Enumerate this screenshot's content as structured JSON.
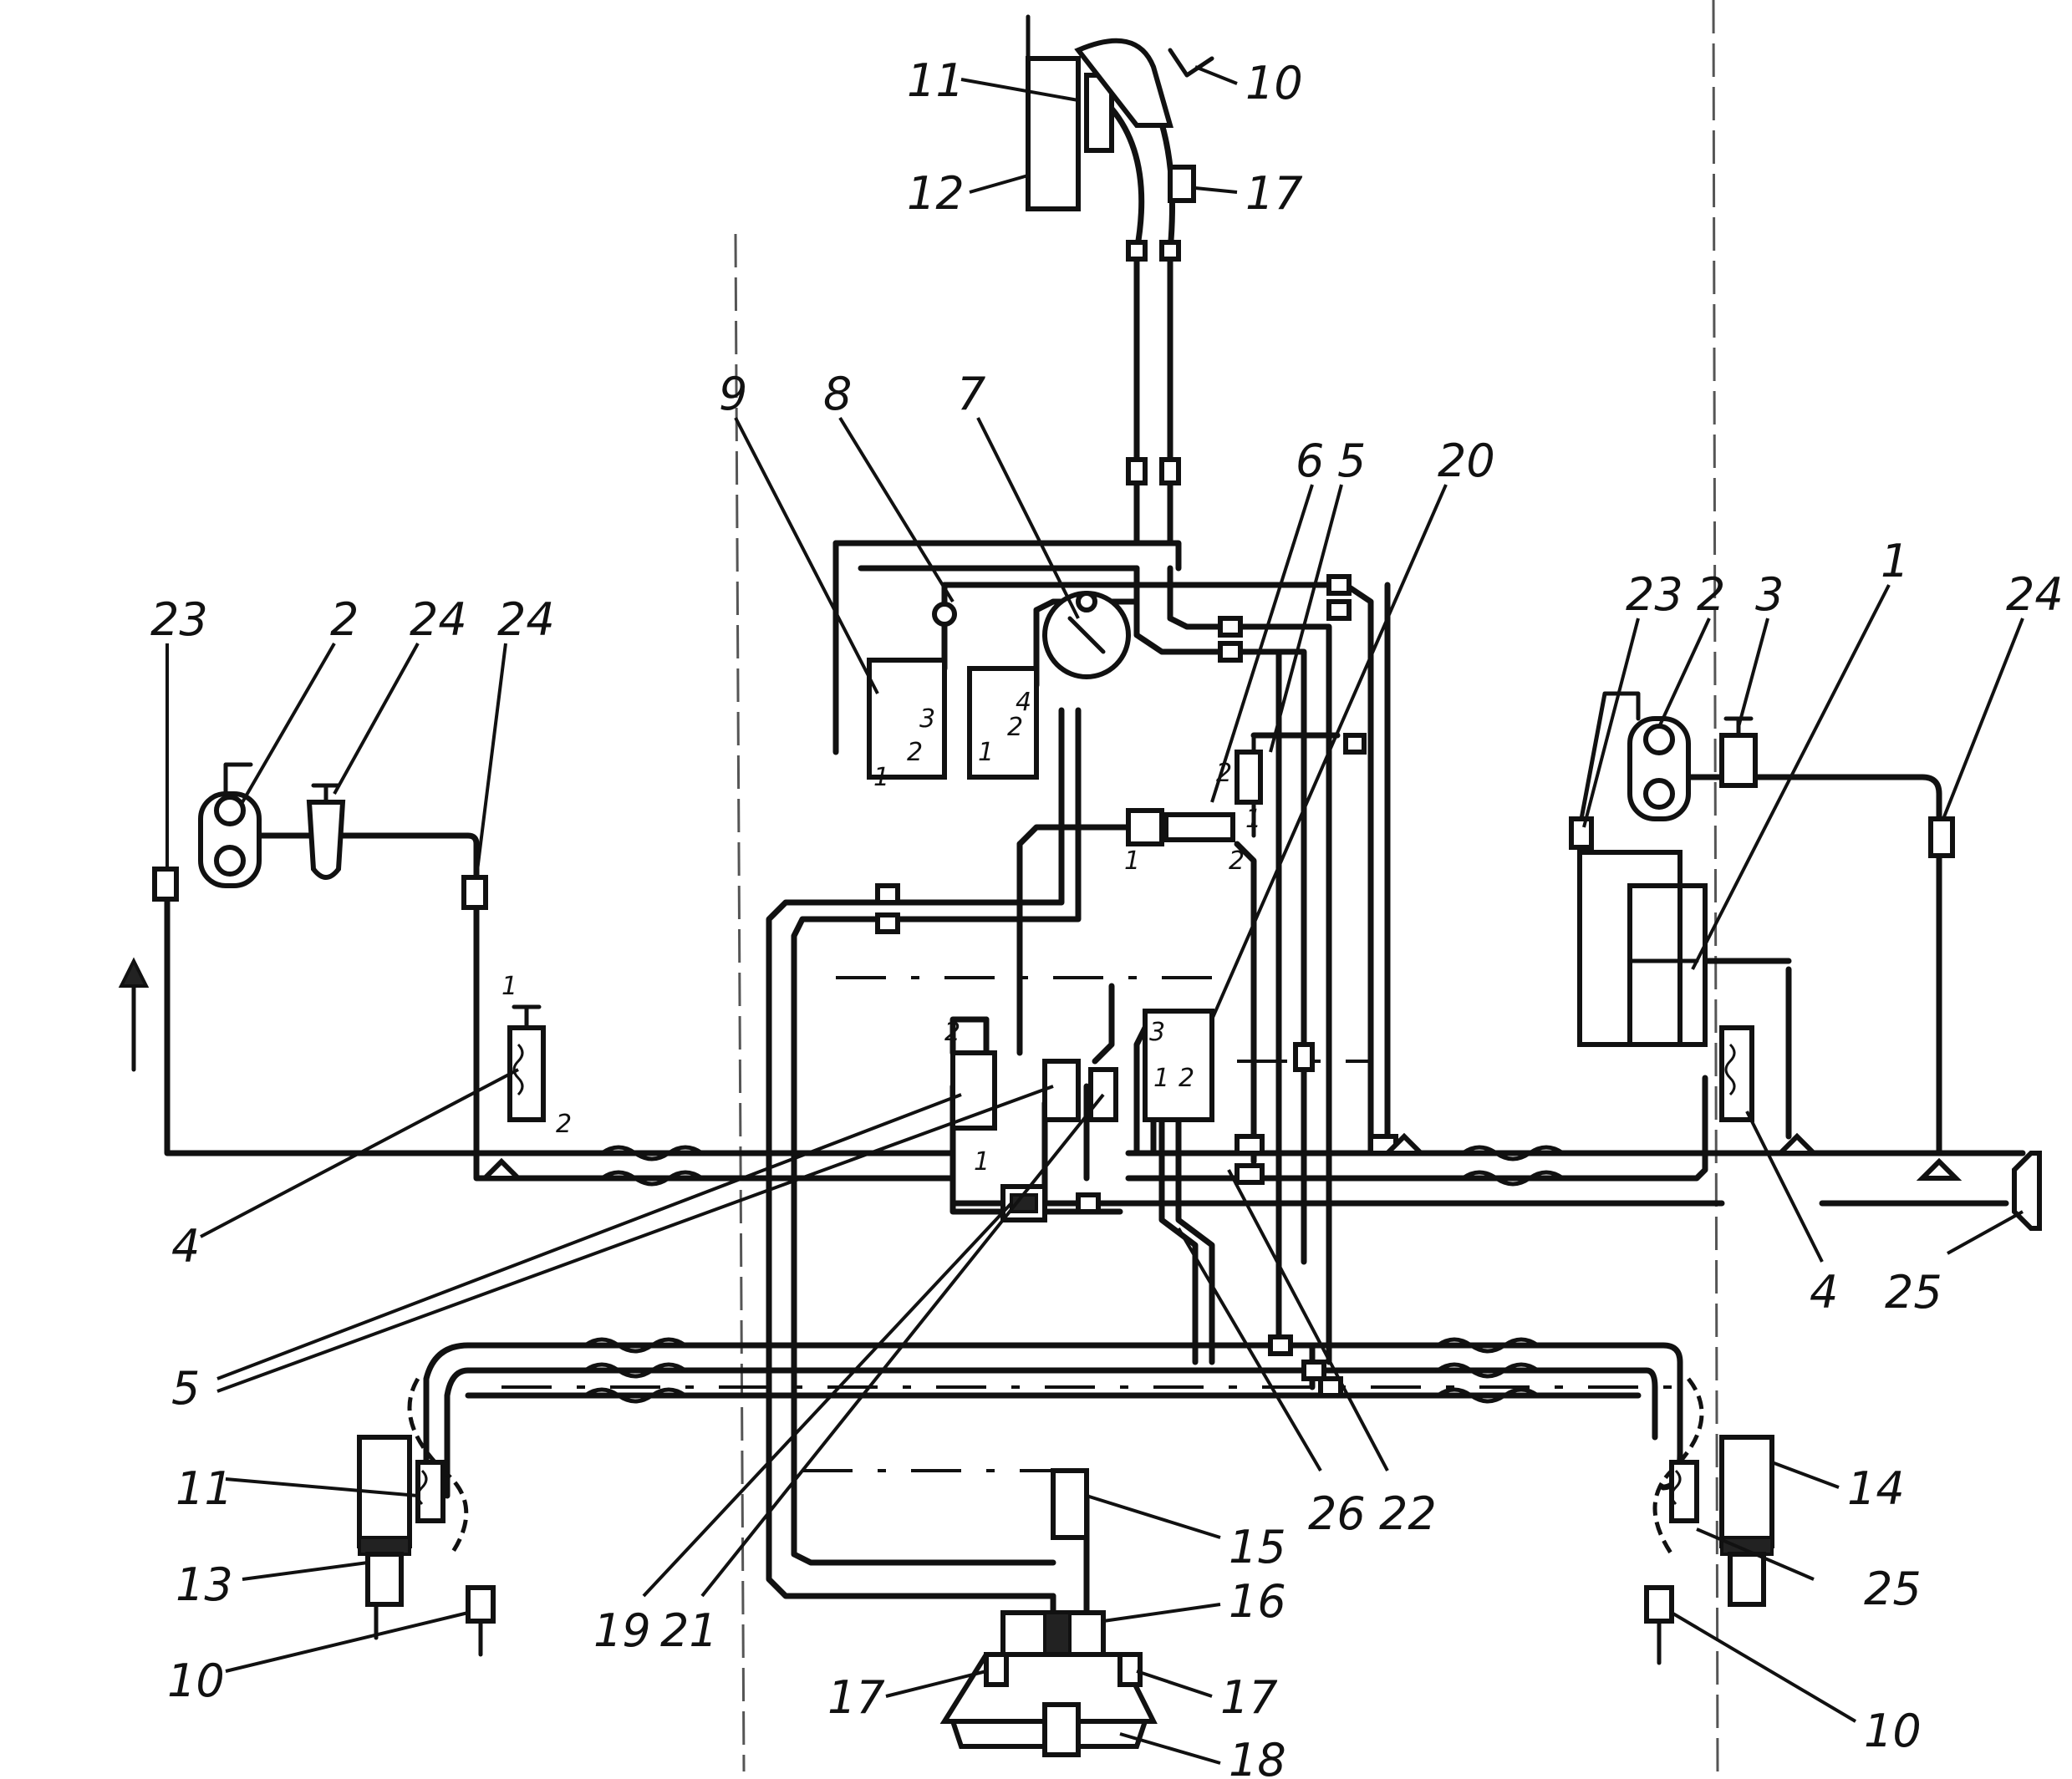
{
  "labels": {
    "top": {
      "l11": "11",
      "l10": "10",
      "l12": "12",
      "l17": "17"
    },
    "center": {
      "l9": "9",
      "l8": "8",
      "l7": "7",
      "l6": "6",
      "l5": "5",
      "l20": "20"
    },
    "left": {
      "l23": "23",
      "l2": "2",
      "l24a": "24",
      "l24b": "24",
      "l4": "4",
      "l5": "5"
    },
    "right": {
      "l23": "23",
      "l2": "2",
      "l3": "3",
      "l1": "1",
      "l24": "24",
      "l4": "4",
      "l25": "25"
    },
    "bottom_left": {
      "l11": "11",
      "l13": "13",
      "l10": "10"
    },
    "bottom_center": {
      "l19": "19",
      "l21": "21",
      "l26": "26",
      "l22": "22",
      "l15": "15",
      "l16": "16",
      "l17a": "17",
      "l17b": "17",
      "l18": "18"
    },
    "bottom_right": {
      "l14": "14",
      "l25": "25",
      "l10": "10"
    }
  },
  "ports": {
    "p1": "1",
    "p2": "2",
    "p3": "1",
    "p4": "2",
    "p5": "1",
    "p6": "2",
    "p7": "3",
    "p8": "4",
    "p9": "1",
    "p10": "2",
    "p11": "1",
    "p12": "2",
    "p13": "1",
    "p14": "2",
    "p15": "3",
    "p16": "1",
    "p17": "2"
  }
}
